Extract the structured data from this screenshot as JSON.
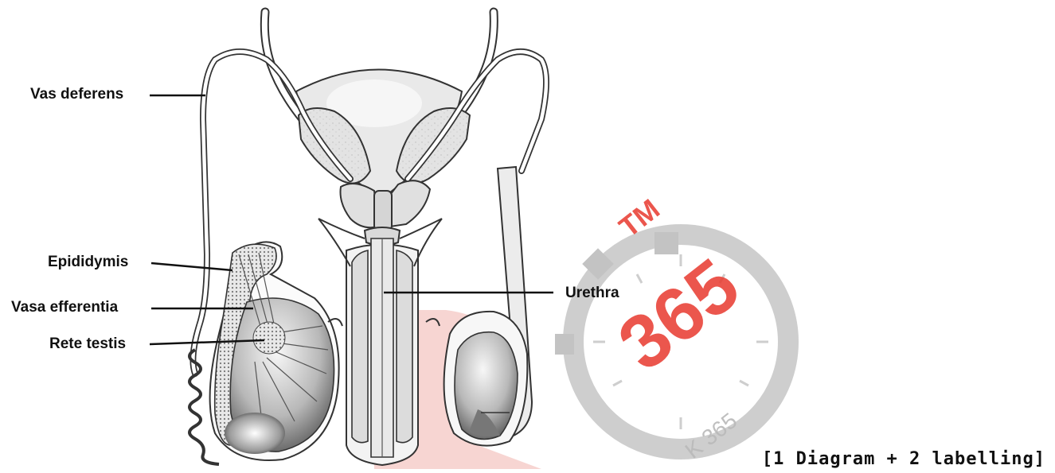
{
  "labels": {
    "vas_deferens": "Vas deferens",
    "epididymis": "Epididymis",
    "vasa_efferentia": "Vasa efferentia",
    "rete_testis": "Rete testis",
    "urethra": "Urethra"
  },
  "marks_note": "[1 Diagram + 2 labelling]",
  "watermark": {
    "number": "365",
    "trademark": "TM",
    "tail_text": "K 365",
    "colors": {
      "red": "#e8392e",
      "grey": "#b9b9b9",
      "pink": "#f4c4c1"
    }
  }
}
